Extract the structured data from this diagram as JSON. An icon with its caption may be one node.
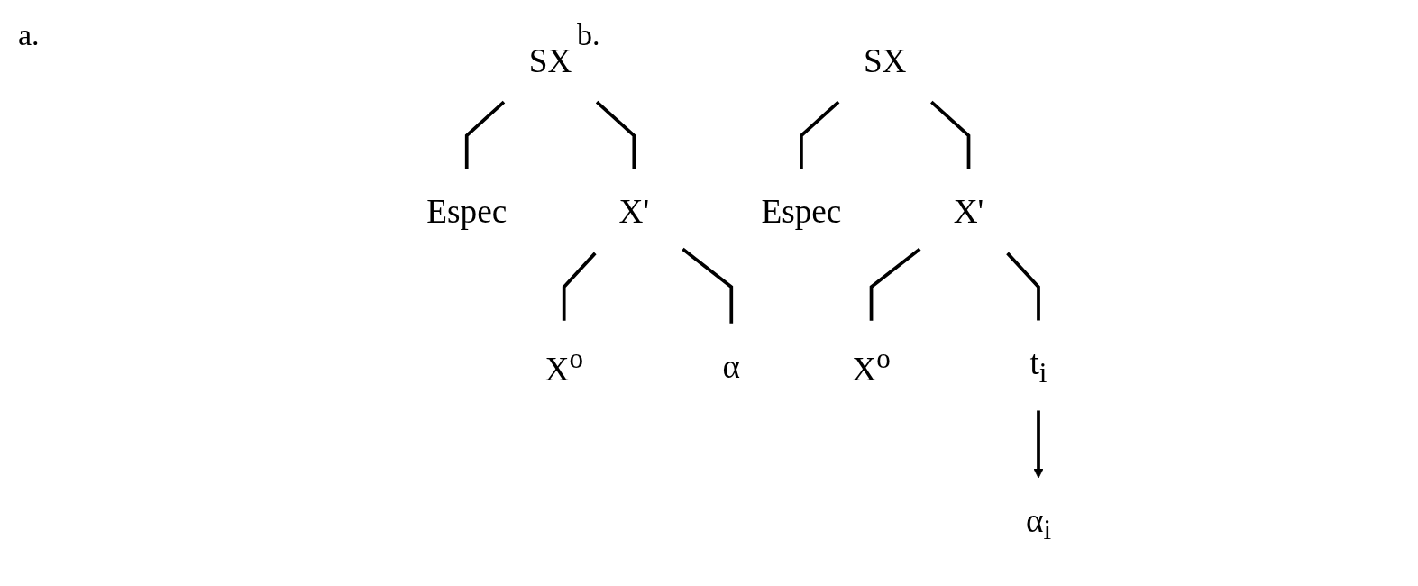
{
  "diagram": {
    "nodes": [
      {
        "text": [
          "SX"
        ]
      },
      {
        "text": [
          "Espec"
        ]
      },
      {
        "text": [
          "X'"
        ]
      },
      {
        "text": [
          "X$^{o}$"
        ]
      },
      {
        "text": [
          "α"
        ]
      },
      {
        "text": [
          "SX"
        ]
      },
      {
        "text": [
          "Espec"
        ]
      },
      {
        "text": [
          "X'"
        ]
      },
      {
        "text": [
          "α$_{i}$"
        ]
      },
      {
        "text": [
          "X$^{o}$"
        ]
      },
      {
        "text": [
          "t$_{i}$"
        ]
      }
    ],
    "edges": [
      {
        "from": 0,
        "to": 1,
        "arrow": "none"
      },
      {
        "from": 0,
        "to": 2,
        "arrow": "none"
      },
      {
        "from": 2,
        "to": 3,
        "arrow": "none"
      },
      {
        "from": 2,
        "to": 4,
        "arrow": "none"
      },
      {
        "from": 5,
        "to": 6,
        "arrow": "none"
      },
      {
        "from": 5,
        "to": 7,
        "arrow": "none"
      },
      {
        "from": 7,
        "to": 9,
        "arrow": "none"
      },
      {
        "from": 7,
        "to": 10,
        "arrow": "none"
      },
      {
        "from": 10,
        "to": 8,
        "arrow": "to"
      }
    ],
    "labels": [
      "a.",
      "b."
    ]
  }
}
